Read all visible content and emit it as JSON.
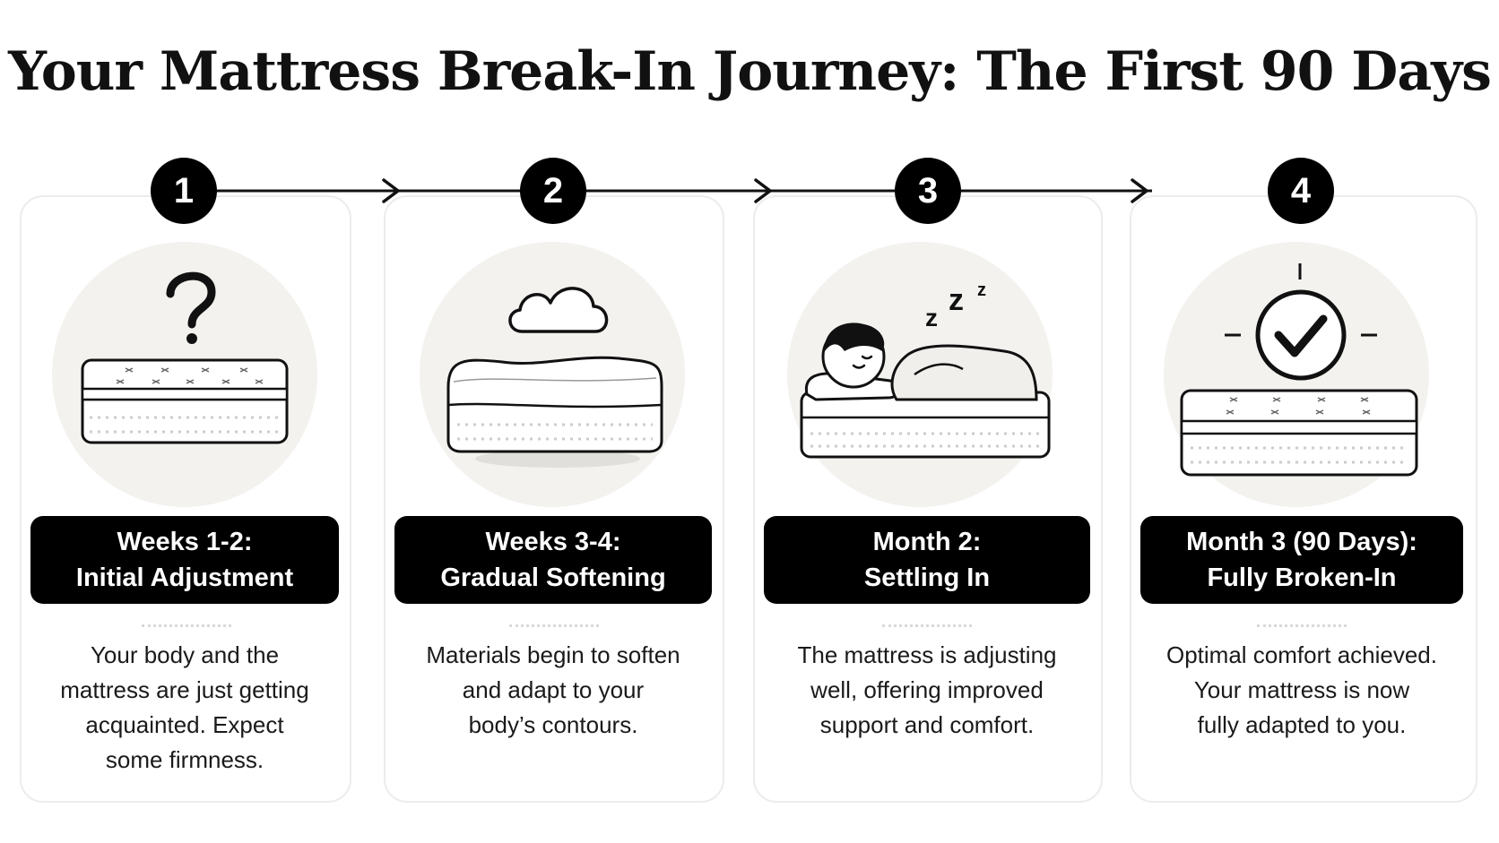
{
  "title": "Your Mattress Break-In Journey: The First 90 Days",
  "steps": [
    {
      "number": "1",
      "label_line1": "Weeks 1-2:",
      "label_line2": "Initial Adjustment",
      "desc_lines": [
        "Your body and the",
        "mattress are just getting",
        "acquainted. Expect",
        "some firmness."
      ],
      "icon": "question-mark-icon"
    },
    {
      "number": "2",
      "label_line1": "Weeks 3-4:",
      "label_line2": "Gradual Softening",
      "desc_lines": [
        "Materials begin to soften",
        "and adapt to your",
        "body’s contours."
      ],
      "icon": "cloud-icon"
    },
    {
      "number": "3",
      "label_line1": "Month 2:",
      "label_line2": "Settling In",
      "desc_lines": [
        "The mattress is adjusting",
        "well, offering improved",
        "support and comfort."
      ],
      "icon": "sleeping-person-icon",
      "sleep_text": [
        "z",
        "z",
        "z"
      ]
    },
    {
      "number": "4",
      "label_line1": "Month 3 (90 Days):",
      "label_line2": "Fully Broken-In",
      "desc_lines": [
        "Optimal comfort achieved.",
        "Your mattress is now",
        "fully adapted to you."
      ],
      "icon": "checkmark-circle-icon"
    }
  ]
}
